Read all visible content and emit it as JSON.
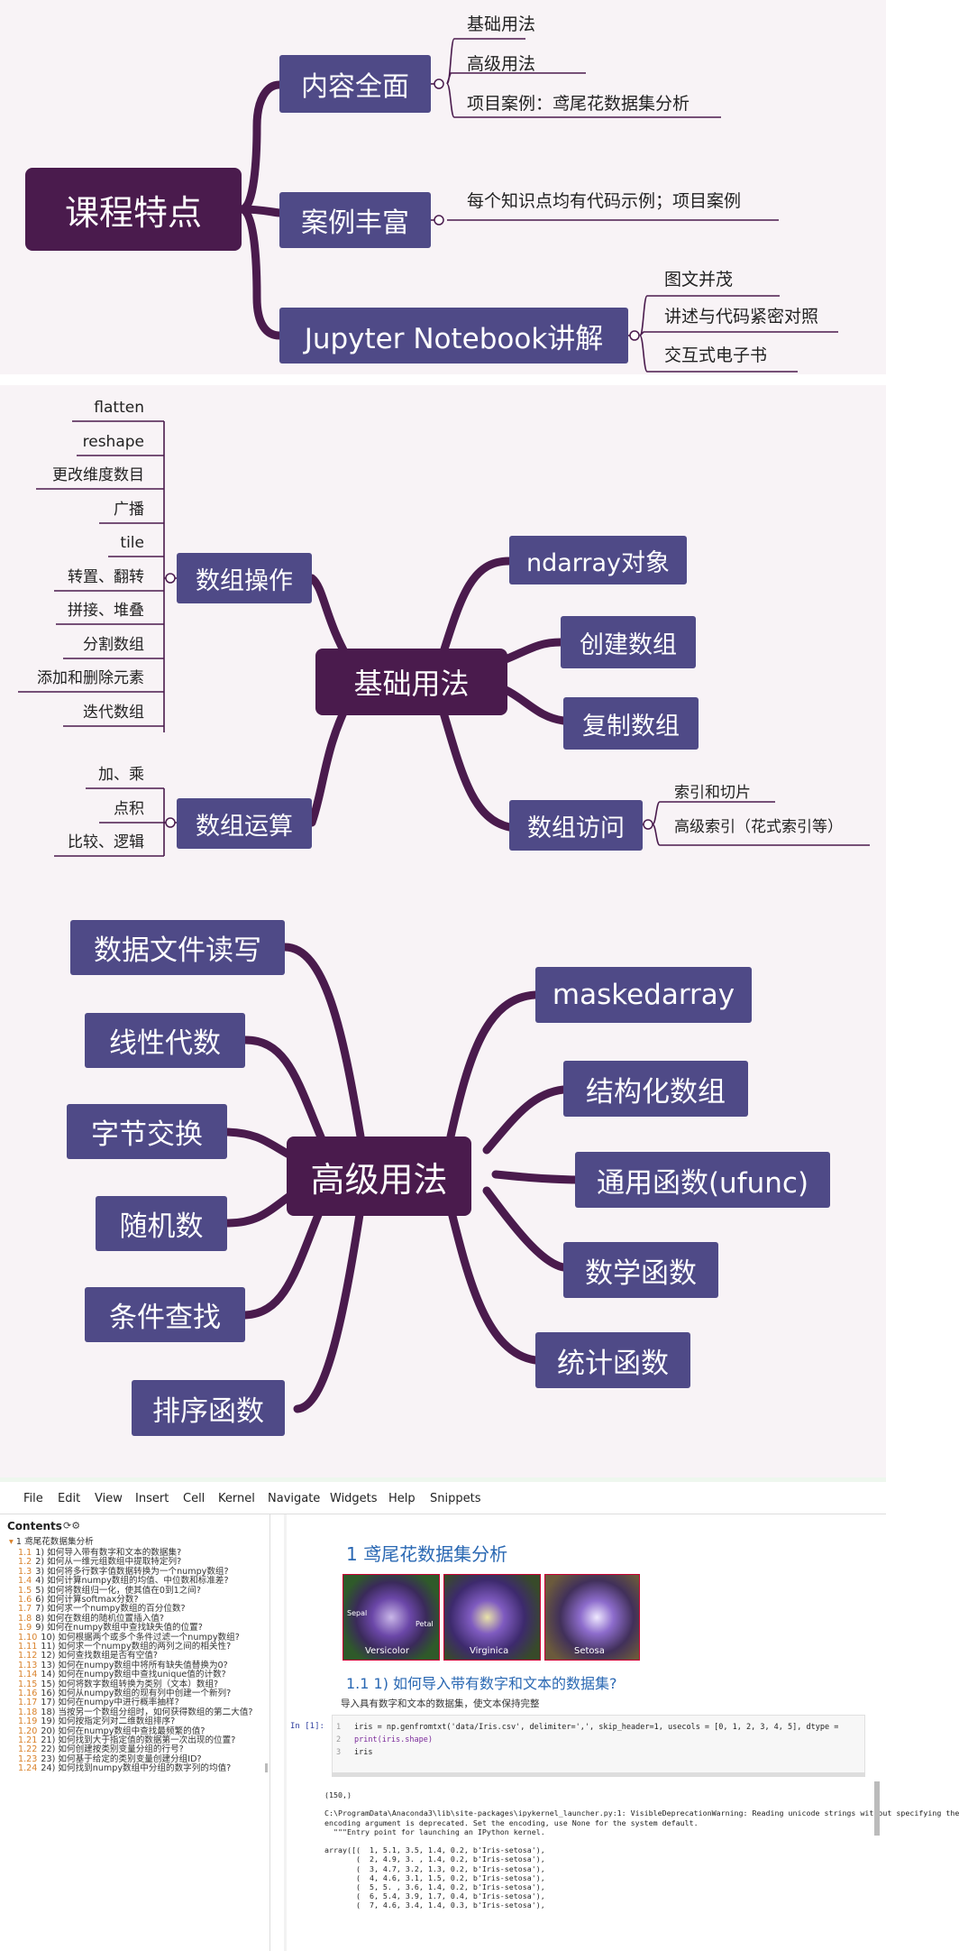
{
  "mindmap1": {
    "root": "课程特点",
    "branches": [
      {
        "label": "内容全面",
        "leaves": [
          "基础用法",
          "高级用法",
          "项目案例：鸢尾花数据集分析"
        ]
      },
      {
        "label": "案例丰富",
        "leaves": [
          "每个知识点均有代码示例；项目案例"
        ]
      },
      {
        "label": "Jupyter Notebook讲解",
        "leaves": [
          "图文并茂",
          "讲述与代码紧密对照",
          "交互式电子书"
        ]
      }
    ]
  },
  "mindmap2": {
    "root": "基础用法",
    "right": [
      "ndarray对象",
      "创建数组",
      "复制数组",
      "数组访问"
    ],
    "access_leaves": [
      "索引和切片",
      "高级索引（花式索引等）"
    ],
    "left_ops": "数组操作",
    "ops_leaves": [
      "flatten",
      "reshape",
      "更改维度数目",
      "广播",
      "tile",
      "转置、翻转",
      "拼接、堆叠",
      "分割数组",
      "添加和删除元素",
      "迭代数组"
    ],
    "left_calc": "数组运算",
    "calc_leaves": [
      "加、乘",
      "点积",
      "比较、逻辑"
    ]
  },
  "mindmap3": {
    "root": "高级用法",
    "left": [
      "数据文件读写",
      "线性代数",
      "字节交换",
      "随机数",
      "条件查找",
      "排序函数"
    ],
    "right": [
      "maskedarray",
      "结构化数组",
      "通用函数(ufunc)",
      "数学函数",
      "统计函数"
    ]
  },
  "notebook": {
    "menu": [
      "File",
      "Edit",
      "View",
      "Insert",
      "Cell",
      "Kernel",
      "Navigate",
      "Widgets",
      "Help",
      "Snippets"
    ],
    "toc_title": "Contents",
    "toc_section": "1  鸢尾花数据集分析",
    "toc_items": [
      [
        "1.1",
        "1) 如何导入带有数字和文本的数据集?"
      ],
      [
        "1.2",
        "2) 如何从一维元组数组中提取特定列?"
      ],
      [
        "1.3",
        "3) 如何将多行数字值数据转换为一个numpy数组?"
      ],
      [
        "1.4",
        "4) 如何计算numpy数组的均值、中位数和标准差?"
      ],
      [
        "1.5",
        "5) 如何将数组归一化，使其值在0到1之间?"
      ],
      [
        "1.6",
        "6) 如何计算softmax分数?"
      ],
      [
        "1.7",
        "7) 如何求一个numpy数组的百分位数?"
      ],
      [
        "1.8",
        "8) 如何在数组的随机位置插入值?"
      ],
      [
        "1.9",
        "9) 如何在numpy数组中查找缺失值的位置?"
      ],
      [
        "1.10",
        "10) 如何根据两个或多个条件过滤一个numpy数组?"
      ],
      [
        "1.11",
        "11) 如何求一个numpy数组的两列之间的相关性?"
      ],
      [
        "1.12",
        "12) 如何查找数组是否有空值?"
      ],
      [
        "1.13",
        "13) 如何在numpy数组中将所有缺失值替换为0?"
      ],
      [
        "1.14",
        "14) 如何在numpy数组中查找unique值的计数?"
      ],
      [
        "1.15",
        "15) 如何将数字数组转换为类别（文本）数组?"
      ],
      [
        "1.16",
        "16) 如何从numpy数组的现有列中创建一个新列?"
      ],
      [
        "1.17",
        "17) 如何在numpy中进行概率抽样?"
      ],
      [
        "1.18",
        "18) 当按另一个数组分组时，如何获得数组的第二大值?"
      ],
      [
        "1.19",
        "19) 如何按指定列对二维数组排序?"
      ],
      [
        "1.20",
        "20) 如何在numpy数组中查找最频繁的值?"
      ],
      [
        "1.21",
        "21) 如何找到大于指定值的数据第一次出现的位置?"
      ],
      [
        "1.22",
        "22) 如何创建按类别变量分组的行号?"
      ],
      [
        "1.23",
        "23) 如何基于给定的类别变量创建分组ID?"
      ],
      [
        "1.24",
        "24) 如何找到numpy数组中分组的数字列的均值?"
      ]
    ],
    "heading1": "1  鸢尾花数据集分析",
    "images": [
      {
        "caption": "Versicolor",
        "sub1": "Sepal",
        "sub2": "Petal"
      },
      {
        "caption": "Virginica"
      },
      {
        "caption": "Setosa"
      }
    ],
    "heading2": "1.1  1) 如何导入带有数字和文本的数据集?",
    "paragraph": "导入具有数字和文本的数据集，使文本保持完整",
    "prompt": "In [1]:",
    "code_lines": [
      "iris = np.genfromtxt('data/Iris.csv', delimiter=',', skip_header=1, usecols = [0, 1, 2, 3, 4, 5], dtype =",
      "print(iris.shape)",
      "iris"
    ],
    "output_lines": [
      "(150,)",
      "",
      "C:\\ProgramData\\Anaconda3\\lib\\site-packages\\ipykernel_launcher.py:1: VisibleDeprecationWarning: Reading unicode strings without specifying the",
      "encoding argument is deprecated. Set the encoding, use None for the system default.",
      "  \"\"\"Entry point for launching an IPython kernel.",
      "",
      "array([(  1, 5.1, 3.5, 1.4, 0.2, b'Iris-setosa'),",
      "       (  2, 4.9, 3. , 1.4, 0.2, b'Iris-setosa'),",
      "       (  3, 4.7, 3.2, 1.3, 0.2, b'Iris-setosa'),",
      "       (  4, 4.6, 3.1, 1.5, 0.2, b'Iris-setosa'),",
      "       (  5, 5. , 3.6, 1.4, 0.2, b'Iris-setosa'),",
      "       (  6, 5.4, 3.9, 1.7, 0.4, b'Iris-setosa'),",
      "       (  7, 4.6, 3.4, 1.4, 0.3, b'Iris-setosa'),"
    ]
  }
}
